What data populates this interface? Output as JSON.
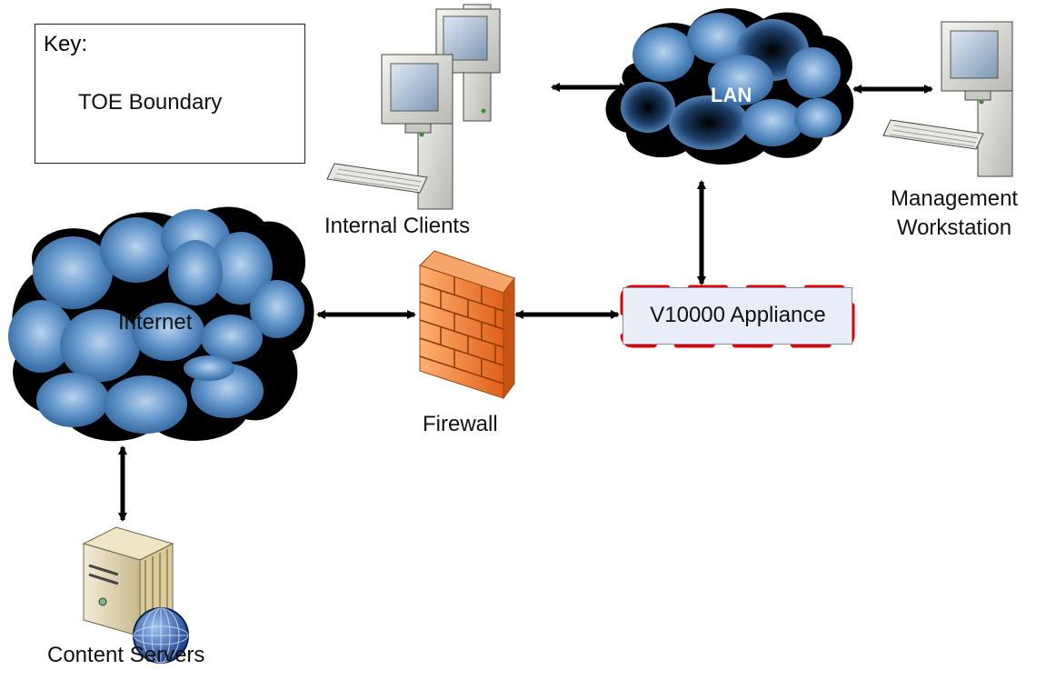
{
  "key": {
    "title": "Key:",
    "toe_boundary_label": "TOE Boundary"
  },
  "nodes": {
    "internal_clients": "Internal Clients",
    "lan": "LAN",
    "management_workstation_line1": "Management",
    "management_workstation_line2": "Workstation",
    "internet": "Internet",
    "firewall": "Firewall",
    "appliance": "V10000 Appliance",
    "content_servers": "Content Servers"
  },
  "colors": {
    "toe_boundary": "#e00000",
    "cloud_fill": "#5b8fc4",
    "cloud_dark": "#000000",
    "firewall_orange": "#f07a2a",
    "appliance_fill": "#e9edf7",
    "arrow": "#000000"
  },
  "connections": [
    {
      "from": "internal_clients",
      "to": "lan",
      "direction": "bidirectional"
    },
    {
      "from": "lan",
      "to": "management_workstation",
      "direction": "bidirectional"
    },
    {
      "from": "lan",
      "to": "appliance",
      "direction": "bidirectional"
    },
    {
      "from": "internet",
      "to": "firewall",
      "direction": "bidirectional"
    },
    {
      "from": "firewall",
      "to": "appliance",
      "direction": "bidirectional"
    },
    {
      "from": "internet",
      "to": "content_servers",
      "direction": "bidirectional"
    }
  ]
}
